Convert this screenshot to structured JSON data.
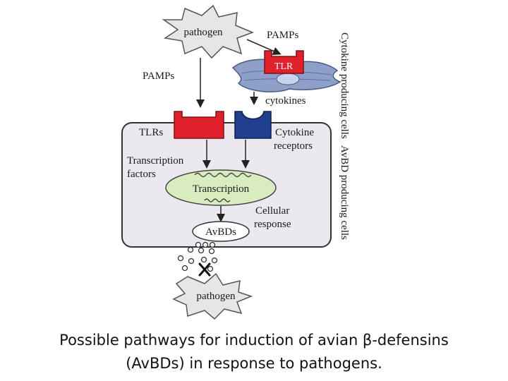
{
  "diagram": {
    "pathogen_top": "pathogen",
    "pamps_right": "PAMPs",
    "pamps_left": "PAMPs",
    "tlr": "TLR",
    "cytokines": "cytokines",
    "cytokine_producing_cells": "Cytokine producing cells",
    "tlrs": "TLRs",
    "cytokine_receptors_line1": "Cytokine",
    "cytokine_receptors_line2": "receptors",
    "transcription_factors_line1": "Transcription",
    "transcription_factors_line2": "factors",
    "transcription": "Transcription",
    "cellular_response_line1": "Cellular",
    "cellular_response_line2": "response",
    "avbds": "AvBDs",
    "avbd_producing_cells": "AvBD producing cells",
    "pathogen_bottom": "pathogen"
  },
  "caption": {
    "line1": "Possible pathways for induction of avian β-defensins",
    "line2": "(AvBDs) in response to pathogens."
  },
  "colors": {
    "tlr_red": "#e0202a",
    "receptor_blue": "#1f3f8f",
    "cell_fill": "#ece8f0",
    "cytokine_cell": "#8fa0c8",
    "nucleus_green": "#d8ecc0"
  }
}
